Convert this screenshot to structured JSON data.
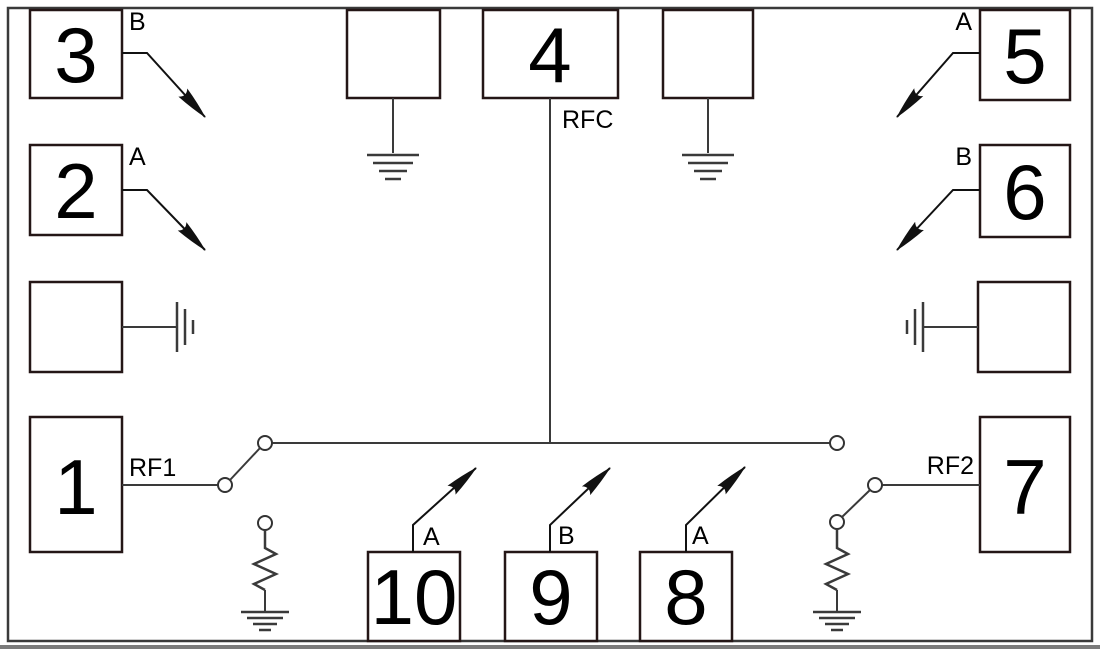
{
  "schematic": {
    "description": "RF switch schematic pinout diagram",
    "pads": {
      "p1": {
        "number": "1",
        "label": "RF1"
      },
      "p2": {
        "number": "2",
        "label": "A"
      },
      "p3": {
        "number": "3",
        "label": "B"
      },
      "p4": {
        "number": "4",
        "label": "RFC"
      },
      "p5": {
        "number": "5",
        "label": "A"
      },
      "p6": {
        "number": "6",
        "label": "B"
      },
      "p7": {
        "number": "7",
        "label": "RF2"
      },
      "p8": {
        "number": "8",
        "label": "A"
      },
      "p9": {
        "number": "9",
        "label": "B"
      },
      "p10": {
        "number": "10",
        "label": "A"
      }
    },
    "colors": {
      "background": "#ffffff",
      "wire": "#3a3a3a",
      "box_border": "#241616",
      "text": "#000000"
    }
  }
}
